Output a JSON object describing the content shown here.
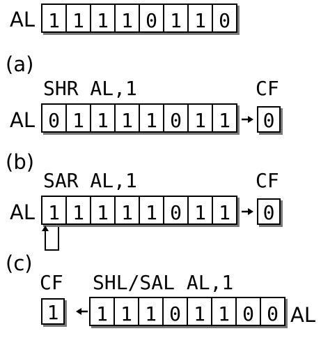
{
  "initial": {
    "register": "AL",
    "bits": [
      "1",
      "1",
      "1",
      "1",
      "0",
      "1",
      "1",
      "0"
    ]
  },
  "a": {
    "label": "(a)",
    "instruction": "SHR AL,1",
    "register": "AL",
    "bits": [
      "0",
      "1",
      "1",
      "1",
      "1",
      "0",
      "1",
      "1"
    ],
    "carry_label": "CF",
    "carry": "0"
  },
  "b": {
    "label": "(b)",
    "instruction": "SAR AL,1",
    "register": "AL",
    "bits": [
      "1",
      "1",
      "1",
      "1",
      "1",
      "0",
      "1",
      "1"
    ],
    "carry_label": "CF",
    "carry": "0"
  },
  "c": {
    "label": "(c)",
    "instruction": "SHL/SAL AL,1",
    "register": "AL",
    "bits": [
      "1",
      "1",
      "1",
      "0",
      "1",
      "1",
      "0",
      "0"
    ],
    "carry_label": "CF",
    "carry": "1"
  }
}
